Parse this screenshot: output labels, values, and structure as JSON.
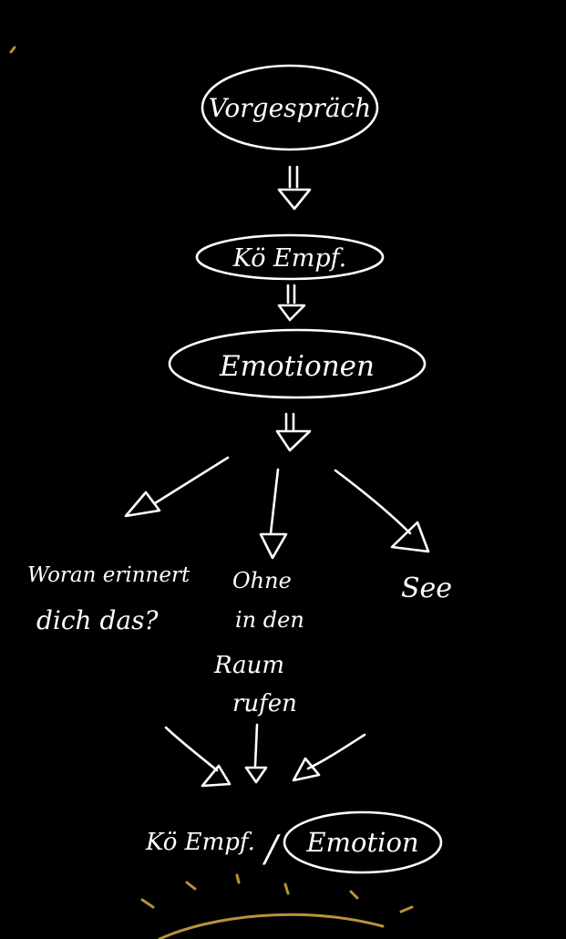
{
  "diagram": {
    "nodes": {
      "vorgespraech": "Vorgespräch",
      "koe_empf_1": "Kö Empf.",
      "emotionen": "Emotionen",
      "koe_empf_2": "Kö Empf.",
      "emotion": "Emotion"
    },
    "branches": {
      "left_line1": "Woran erinnert",
      "left_line2": "dich das?",
      "middle_line1": "Ohne",
      "middle_line2": "in den",
      "middle_line3": "Raum",
      "middle_line4": "rufen",
      "right": "See"
    },
    "separator": "/"
  },
  "colors": {
    "background": "#000000",
    "ink": "#ffffff",
    "accent": "#b8923c"
  }
}
